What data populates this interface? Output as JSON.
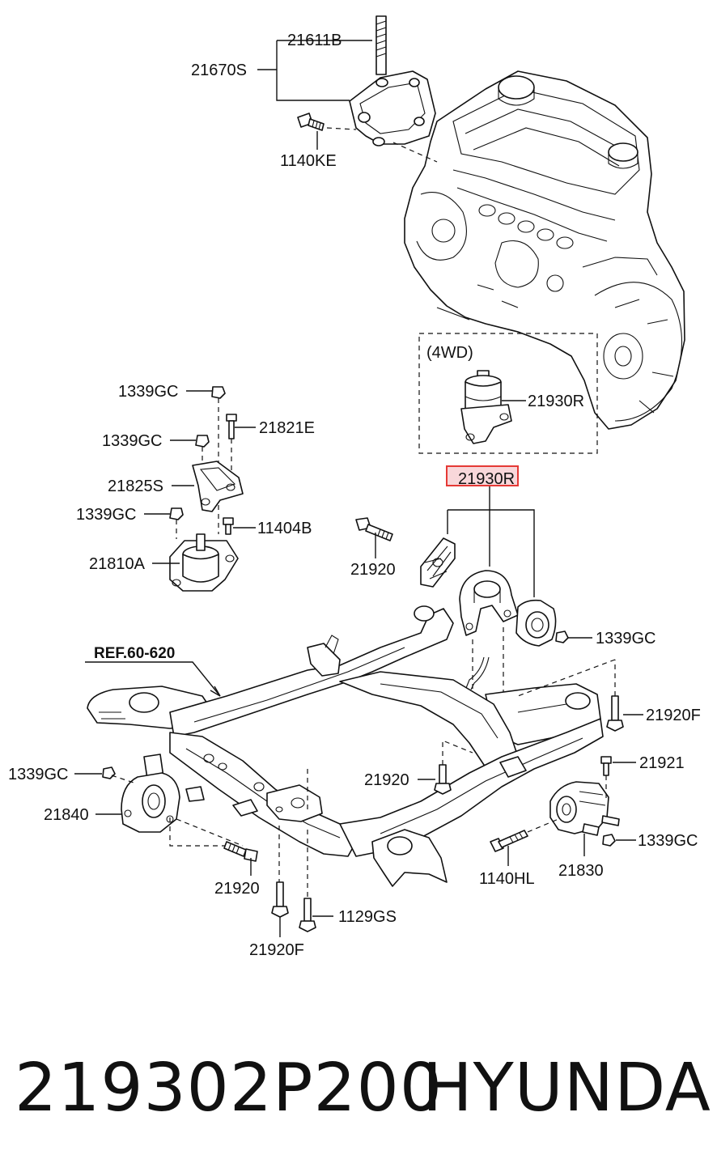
{
  "labels": {
    "l_21611b": "21611B",
    "l_21670s": "21670S",
    "l_1140ke": "1140KE",
    "l_4wd": "(4WD)",
    "l_21930r_top": "21930R",
    "l_21930r_hl": "21930R",
    "l_1339gc_1": "1339GC",
    "l_21821e": "21821E",
    "l_1339gc_2": "1339GC",
    "l_21825s": "21825S",
    "l_1339gc_3": "1339GC",
    "l_11404b": "11404B",
    "l_21810a": "21810A",
    "l_21920_1": "21920",
    "l_1339gc_4": "1339GC",
    "l_ref": "REF.60-620",
    "l_21920f_1": "21920F",
    "l_1339gc_5": "1339GC",
    "l_21921": "21921",
    "l_21920_2": "21920",
    "l_21840": "21840",
    "l_1339gc_6": "1339GC",
    "l_21920_3": "21920",
    "l_1140hl": "1140HL",
    "l_21830": "21830",
    "l_1129gs": "1129GS",
    "l_21920f_2": "21920F"
  },
  "highlight_color": "#e53935",
  "highlight_fill": "#f8d7da",
  "footer": {
    "part_number": "219302P200",
    "brand": "HYUNDAI"
  }
}
